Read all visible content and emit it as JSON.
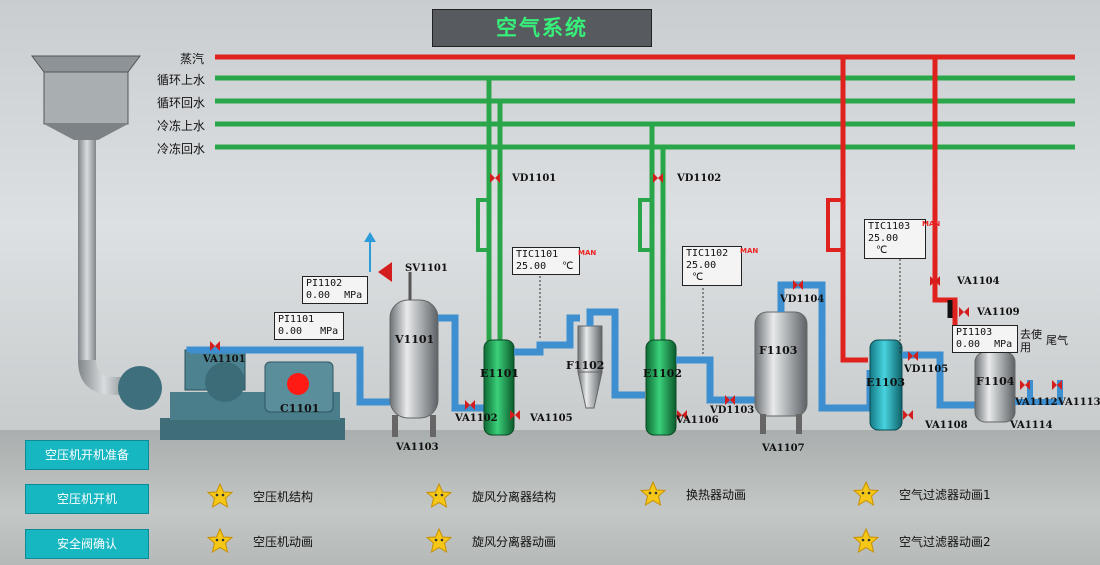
{
  "title": "空气系统",
  "pipes": {
    "steam": "蒸汽",
    "circ_supply": "循环上水",
    "circ_return": "循环回水",
    "chill_supply": "冷冻上水",
    "chill_return": "冷冻回水"
  },
  "colors": {
    "steam": "#e0221e",
    "water": "#2aa64a",
    "air": "#3d8fd0",
    "button": "#17b7c2"
  },
  "equipment": {
    "compressor": "C1101",
    "tank": "V1101",
    "hx1": "E1101",
    "cyclone": "F1102",
    "hx2": "E1102",
    "filter1": "F1103",
    "hx3": "E1103",
    "filter2": "F1104"
  },
  "valves": {
    "va1101": "VA1101",
    "sv1101": "SV1101",
    "vd1101": "VD1101",
    "vd1102": "VD1102",
    "va1102": "VA1102",
    "va1103": "VA1103",
    "va1105": "VA1105",
    "va1106": "VA1106",
    "vd1103": "VD1103",
    "vd1104": "VD1104",
    "va1107": "VA1107",
    "va1104": "VA1104",
    "va1109": "VA1109",
    "vd1105": "VD1105",
    "va1108": "VA1108",
    "va1112": "VA1112",
    "va1113": "VA1113",
    "va1114": "VA1114"
  },
  "instruments": {
    "pi1102": {
      "tag": "PI1102",
      "value": "0.00",
      "unit": "MPa"
    },
    "pi1101": {
      "tag": "PI1101",
      "value": "0.00",
      "unit": "MPa"
    },
    "tic1101": {
      "tag": "TIC1101",
      "value": "25.00",
      "unit": "℃",
      "mode": "MAN"
    },
    "tic1102": {
      "tag": "TIC1102",
      "value": "25.00",
      "unit": "℃",
      "mode": "MAN"
    },
    "tic1103": {
      "tag": "TIC1103",
      "value": "25.00",
      "unit": "℃",
      "mode": "MAN"
    },
    "pi1103": {
      "tag": "PI1103",
      "value": "0.00",
      "unit": "MPa"
    }
  },
  "exhaust": {
    "label1": "去使用",
    "label2": "尾气"
  },
  "buttons": [
    "空压机开机准备",
    "空压机开机",
    "安全阀确认"
  ],
  "animations": [
    "空压机结构",
    "旋风分离器结构",
    "换热器动画",
    "空气过滤器动画1",
    "空压机动画",
    "旋风分离器动画",
    "空气过滤器动画2"
  ]
}
